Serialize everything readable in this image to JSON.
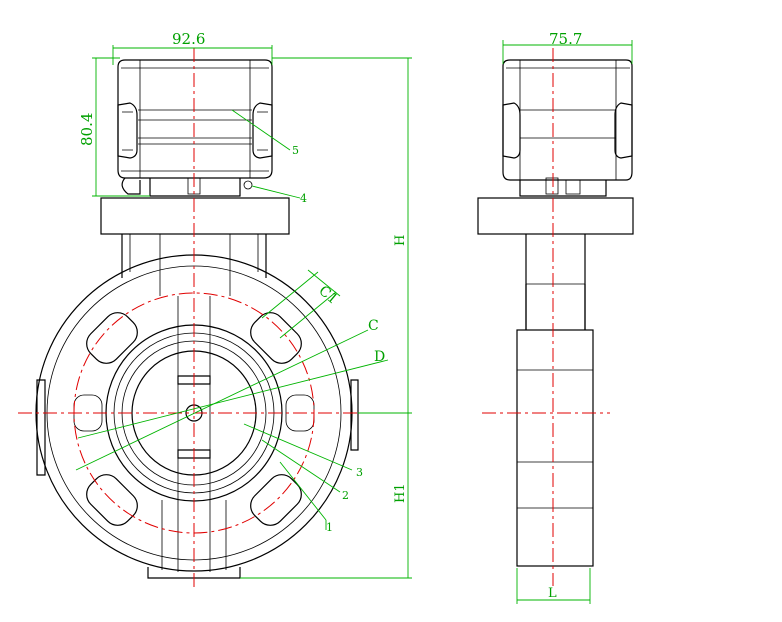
{
  "front_view": {
    "dimensions": {
      "actuator_width": "92.6",
      "actuator_height": "80.4",
      "height_upper": "H",
      "height_lower": "H1"
    },
    "labels": {
      "c1": "C1",
      "c": "C",
      "d": "D"
    },
    "callouts": [
      "5",
      "4",
      "3",
      "2",
      "1"
    ]
  },
  "side_view": {
    "dimensions": {
      "actuator_width": "75.7",
      "length": "L"
    }
  },
  "colors": {
    "outline": "#000000",
    "centerline": "#e00000",
    "dimension": "#00b400"
  }
}
